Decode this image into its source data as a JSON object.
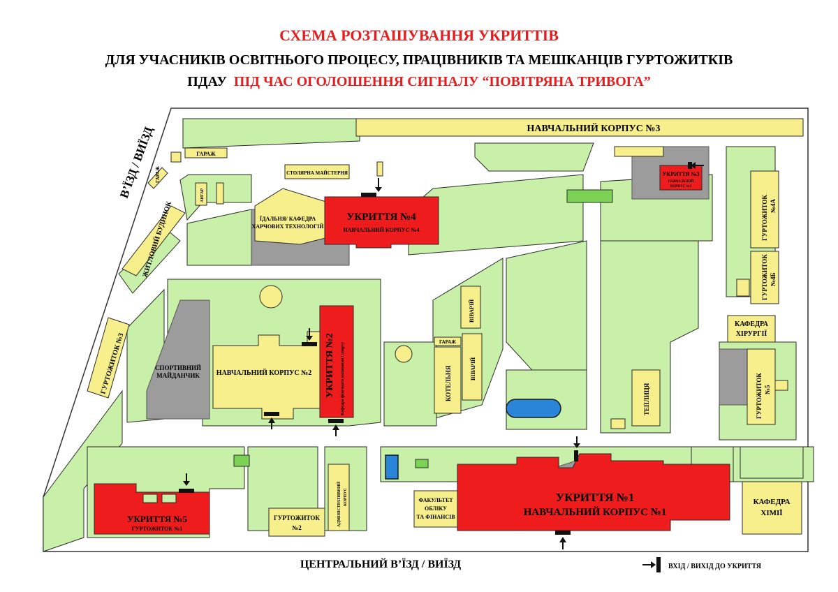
{
  "header": {
    "title": "СХЕМА РОЗТАШУВАННЯ УКРИТТІВ",
    "line2": "ДЛЯ УЧАСНИКІВ ОСВІТНЬОГО ПРОЦЕСУ,  ПРАЦІВНИКІВ ТА МЕШКАНЦІВ ГУРТОЖИТКІВ",
    "line3_black": "ПДАУ",
    "line3_red": "ПІД ЧАС ОГОЛОШЕННЯ СИГНАЛУ “ПОВІТРЯНА ТРИВОГА”"
  },
  "shelters": {
    "s1_title": "УКРИТТЯ №1",
    "s1_sub": "НАВЧАЛЬНИЙ КОРПУС №1",
    "s2_title": "УКРИТТЯ №2",
    "s2_sub": "Кафедра фізичного виховання і спорту",
    "s3_title": "УКРИТТЯ №3",
    "s3_sub1": "НАВЧАЛЬНИЙ",
    "s3_sub2": "КОРПУС №3",
    "s4_title": "УКРИТТЯ №4",
    "s4_sub": "НАВЧАЛЬНИЙ КОРПУС №4",
    "s5_title": "УКРИТТЯ №5",
    "s5_sub": "ГУРТОЖИТОК №1"
  },
  "buildings": {
    "korpus3": "НАВЧАЛЬНИЙ КОРПУС №3",
    "garazh_top": "ГАРАЖ",
    "stolyarna": "СТОЛЯРНА МАЙСТЕРНЯ",
    "garazh_left": "ГАРАЖ",
    "angar": "АНГАР",
    "zhytlovyi": "ЖИТЛОВИЙ БУДИНОК",
    "idalnia1": "ЇДАЛЬНЯ/ КАФЕДРА",
    "idalnia2": "ХАРЧОВИХ ТЕХНОЛОГІЙ",
    "hurt3": "ГУРТОЖИТОК №3",
    "sport1": "СПОРТИВНИЙ",
    "sport2": "МАЙДАНЧИК",
    "korpus2": "НАВЧАЛЬНИЙ КОРПУС №2",
    "vivarii1": "ВІВАРІЙ",
    "garazh_mid": "ГАРАЖ",
    "kotelnia": "КОТЕЛЬНЯ",
    "vivarii2": "ВІВАРІЙ",
    "teplytsia": "ТЕПЛИЦЯ",
    "hurt4a1": "ГУРТОЖИТОК",
    "hurt4a2": "№4А",
    "hurt4b1": "ГУРТОЖИТОК",
    "hurt4b2": "№4Б",
    "khirurhii1": "КАФЕДРА",
    "khirurhii2": "ХІРУРГІЇ",
    "hurt5a": "ГУРТОЖИТОК",
    "hurt5b": "№5",
    "admin1": "АДМІНІСТРАТИВНИЙ",
    "admin2": "КОРПУС",
    "hurt2a": "ГУРТОЖИТОК",
    "hurt2b": "№2",
    "fakultet1": "ФАКУЛЬТЕТ",
    "fakultet2": "ОБЛІКУ",
    "fakultet3": "ТА ФІНАНСІВ",
    "khimii1": "КАФЕДРА",
    "khimii2": "ХІМІЇ"
  },
  "labels": {
    "entrance_side": "В’ЇЗД / ВИЇЗД",
    "central_entrance": "ЦЕНТРАЛЬНИЙ В’ЇЗД / ВИЇЗД",
    "legend": "ВХІД / ВИХІД ДО УКРИТТЯ"
  },
  "legend_icon": "arrow-entrance-icon",
  "colors": {
    "shelter": "#ee1c1c",
    "building": "#f7ee8c",
    "green_area": "#c8f0a8",
    "paved_area": "#9c9c9c",
    "water": "#2a85d8",
    "title_red": "#e41e1e"
  }
}
